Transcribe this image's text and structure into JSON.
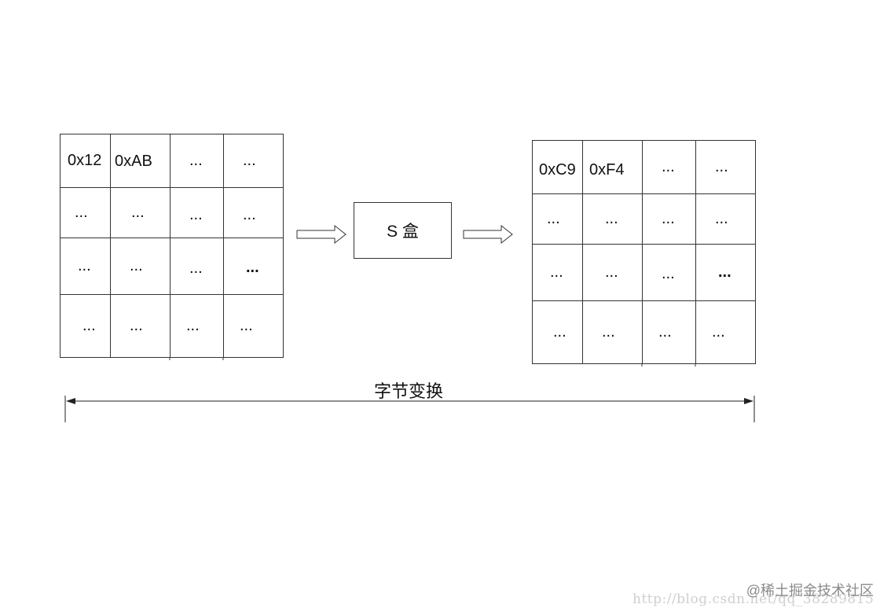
{
  "input_matrix": {
    "rows": [
      [
        "0x12",
        "0xAB",
        "...",
        "..."
      ],
      [
        "...",
        "...",
        "...",
        "..."
      ],
      [
        "...",
        "...",
        "...",
        "..."
      ],
      [
        "...",
        "...",
        "...",
        "..."
      ]
    ]
  },
  "sbox": {
    "label": "S 盒"
  },
  "output_matrix": {
    "rows": [
      [
        "0xC9",
        "0xF4",
        "...",
        "..."
      ],
      [
        "...",
        "...",
        "...",
        "..."
      ],
      [
        "...",
        "...",
        "...",
        "..."
      ],
      [
        "...",
        "...",
        "...",
        "..."
      ]
    ]
  },
  "span": {
    "label": "字节变换"
  },
  "watermark": {
    "brand": "@稀土掘金技术社区",
    "url": "http://blog.csdn.net/qq_38289815"
  }
}
